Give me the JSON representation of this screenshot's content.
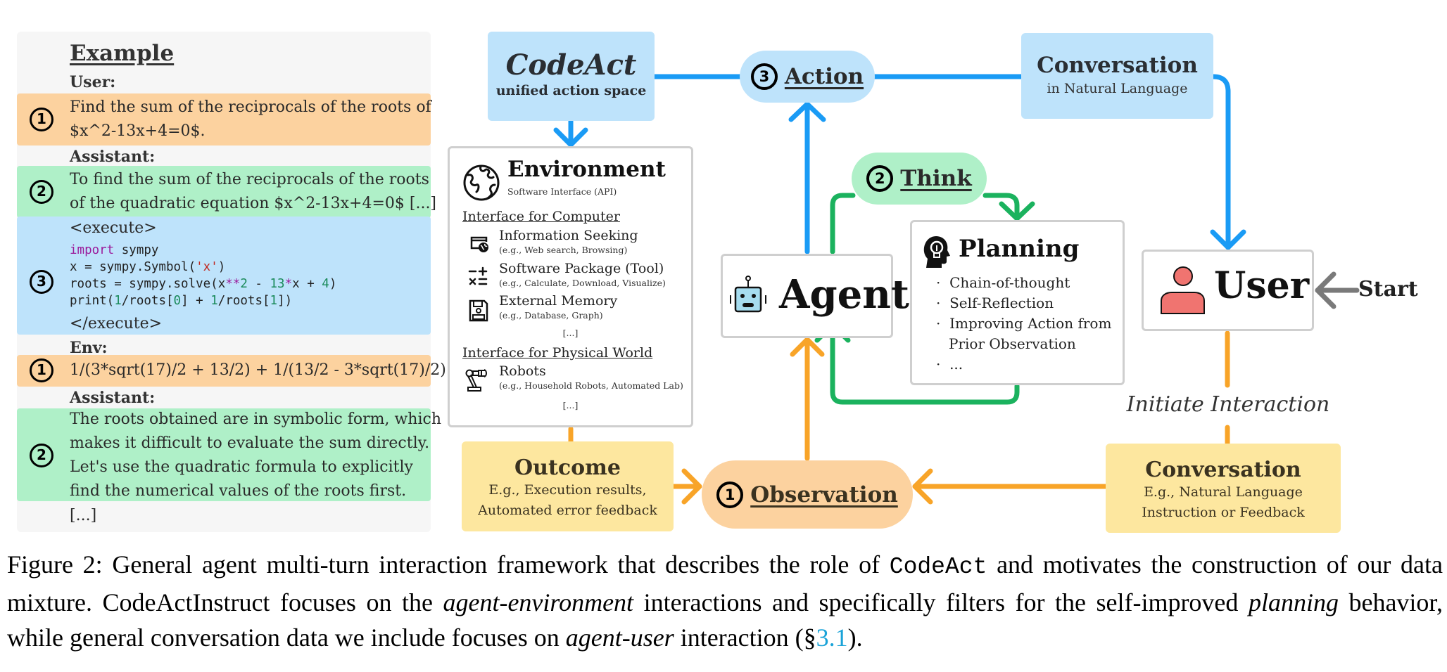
{
  "example": {
    "heading": "Example",
    "user_label": "User:",
    "turns": [
      {
        "step": "1",
        "kind": "observation",
        "lines": [
          "Find the sum of the reciprocals of the roots of",
          "$x^2-13x+4=0$."
        ]
      },
      {
        "step": "2",
        "kind": "think",
        "lines": [
          "To find the sum of the reciprocals of the roots",
          "of the quadratic equation $x^2-13x+4=0$ [...]"
        ]
      },
      {
        "step": "3",
        "kind": "action",
        "open_tag": "<execute>",
        "code": [
          "import sympy",
          "x = sympy.Symbol('x')",
          "roots = sympy.solve(x**2 - 13*x + 4)",
          "print(1/roots[0] + 1/roots[1])"
        ],
        "close_tag": "</execute>"
      },
      {
        "step": "1",
        "kind": "observation",
        "lines": [
          "1/(3*sqrt(17)/2 + 13/2) + 1/(13/2 - 3*sqrt(17)/2)"
        ]
      },
      {
        "step": "2",
        "kind": "think",
        "lines": [
          "The roots obtained are in symbolic form, which",
          "makes it difficult to evaluate the sum directly.",
          "Let's use the quadratic formula to explicitly",
          "find the numerical values of the roots first."
        ]
      }
    ],
    "assistant_label": "Assistant:",
    "env_label": "Env:",
    "ellipsis": "[...]"
  },
  "codeact": {
    "title": "CodeAct",
    "subtitle": "unified action space"
  },
  "action": {
    "step": "3",
    "label": "Action"
  },
  "think": {
    "step": "2",
    "label": "Think"
  },
  "observation": {
    "step": "1",
    "label": "Observation"
  },
  "conversation_top": {
    "title": "Conversation",
    "subtitle": "in Natural Language"
  },
  "environment": {
    "title": "Environment",
    "subtitle": "Software Interface (API)",
    "computer_section": "Interface for Computer",
    "computer_items": [
      {
        "icon": "web-browser-icon",
        "title": "Information Seeking",
        "detail": "(e.g., Web search, Browsing)"
      },
      {
        "icon": "calculator-icon",
        "title": "Software Package (Tool)",
        "detail": "(e.g., Calculate, Download, Visualize)"
      },
      {
        "icon": "floppy-disk-icon",
        "title": "External Memory",
        "detail": "(e.g., Database, Graph)"
      }
    ],
    "physical_section": "Interface for Physical World",
    "physical_items": [
      {
        "icon": "robot-arm-icon",
        "title": "Robots",
        "detail": "(e.g., Household Robots, Automated Lab)"
      }
    ],
    "ellipsis": "[...]"
  },
  "agent": {
    "label": "Agent"
  },
  "planning": {
    "title": "Planning",
    "items": [
      "Chain-of-thought",
      "Self-Reflection",
      "Improving Action from",
      "Prior Observation",
      "..."
    ]
  },
  "user": {
    "label": "User"
  },
  "start": {
    "label": "Start"
  },
  "initiate": {
    "label": "Initiate Interaction"
  },
  "outcome": {
    "title": "Outcome",
    "lines": [
      "E.g., Execution results,",
      "Automated error feedback"
    ]
  },
  "conversation_bottom": {
    "title": "Conversation",
    "lines": [
      "E.g., Natural Language",
      "Instruction or Feedback"
    ]
  },
  "caption": {
    "prefix": "Figure 2: General agent multi-turn interaction framework that describes the role of ",
    "code": "CodeAct",
    "part2": " and motivates the construction of our data mixture.  CodeActInstruct focuses on the ",
    "em1": "agent-environment",
    "part3": " interactions and specifically filters for the self-improved ",
    "em2": "planning",
    "part4": " behavior, while general conversation data we include focuses on ",
    "em3": "agent-user",
    "part5": " interaction (§",
    "ref": "3.1",
    "suffix": ")."
  },
  "colors": {
    "blue": "#1a9bf5",
    "green": "#1bb25e",
    "orange": "#f8a428",
    "gray_arrow": "#7a7a7a",
    "blue_fill": "#bee3fb",
    "green_fill": "#aff0c8",
    "orange_fill": "#fcd29f",
    "yellow_fill": "#fde79f"
  }
}
